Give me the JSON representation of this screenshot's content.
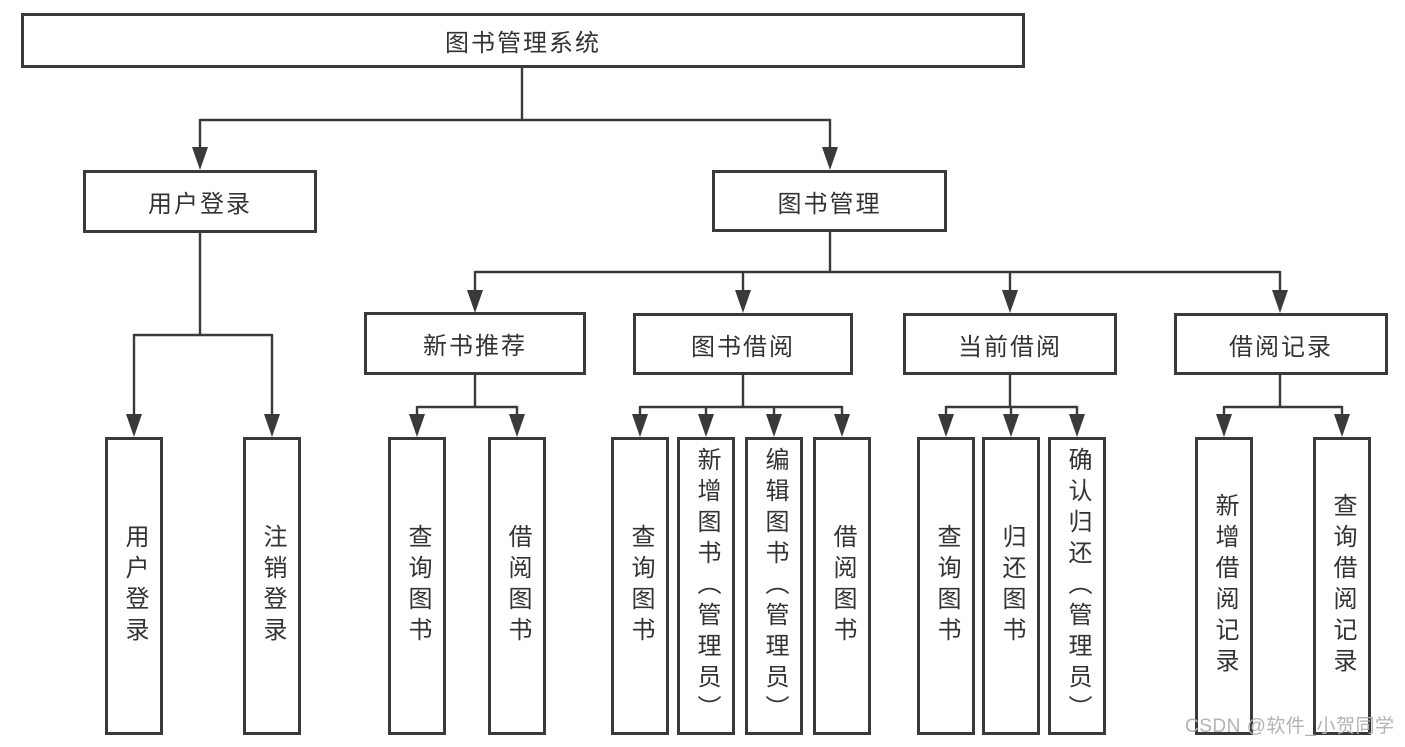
{
  "colors": {
    "border": "#3a3a3a",
    "text": "#333333",
    "background": "#ffffff",
    "watermark": "#b3b3b3"
  },
  "root": {
    "label": "图书管理系统"
  },
  "level2": [
    {
      "label": "用户登录"
    },
    {
      "label": "图书管理"
    }
  ],
  "level3": [
    {
      "label": "新书推荐"
    },
    {
      "label": "图书借阅"
    },
    {
      "label": "当前借阅"
    },
    {
      "label": "借阅记录"
    }
  ],
  "leaves": {
    "user_login": [
      "用户登录",
      "注销登录"
    ],
    "new_book": [
      "查询图书",
      "借阅图书"
    ],
    "book_borrow": [
      "查询图书",
      "新增图书（管理员）",
      "编辑图书（管理员）",
      "借阅图书"
    ],
    "current_borrow": [
      "查询图书",
      "归还图书",
      "确认归还（管理员）"
    ],
    "borrow_record": [
      "新增借阅记录",
      "查询借阅记录"
    ]
  },
  "watermark": "CSDN @软件_小贺同学"
}
